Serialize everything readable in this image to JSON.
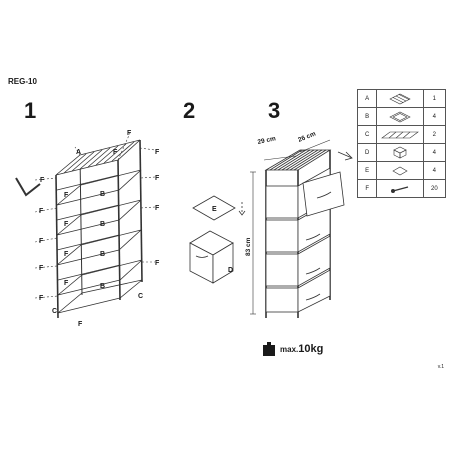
{
  "model": "REG-10",
  "steps": [
    "1",
    "2",
    "3"
  ],
  "version": "v.1",
  "parts": [
    {
      "letter": "A",
      "qty": "1",
      "icon": "slatted-top-icon"
    },
    {
      "letter": "B",
      "qty": "4",
      "icon": "shelf-panel-icon"
    },
    {
      "letter": "C",
      "qty": "2",
      "icon": "side-ladder-frame-icon"
    },
    {
      "letter": "D",
      "qty": "4",
      "icon": "fabric-drawer-icon"
    },
    {
      "letter": "E",
      "qty": "4",
      "icon": "drawer-base-panel-icon"
    },
    {
      "letter": "F",
      "qty": "20",
      "icon": "screw-icon"
    }
  ],
  "labels": {
    "a": "A",
    "b": "B",
    "c": "C",
    "d": "D",
    "e": "E",
    "f": "F"
  },
  "dimensions": {
    "depth": "29 cm",
    "width": "26 cm",
    "height": "83 cm"
  },
  "max_load": {
    "prefix": "max.",
    "value": "10kg"
  }
}
